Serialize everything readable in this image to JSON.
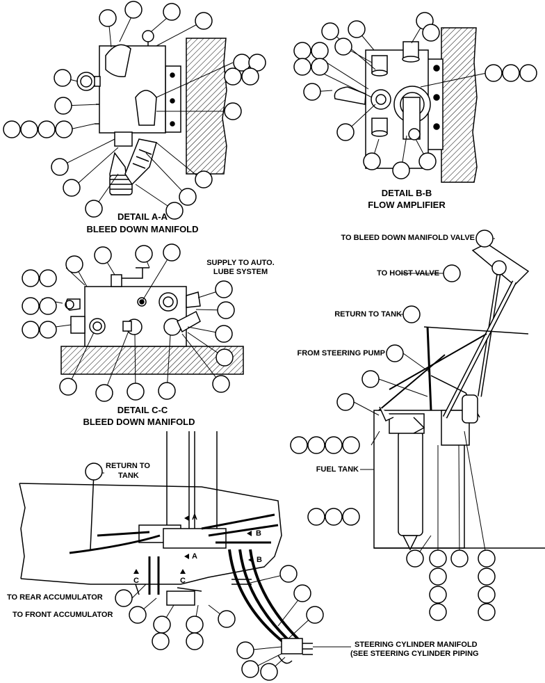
{
  "details": {
    "aa_title": "DETAIL A-A",
    "aa_sub": "BLEED DOWN MANIFOLD",
    "bb_title": "DETAIL B-B",
    "bb_sub": "FLOW AMPLIFIER",
    "cc_title": "DETAIL C-C",
    "cc_sub": "BLEED DOWN MANIFOLD"
  },
  "callouts": {
    "supply_auto_lube_1": "SUPPLY TO AUTO.",
    "supply_auto_lube_2": "LUBE SYSTEM",
    "to_bleed_down_manifold_valve": "TO BLEED DOWN MANIFOLD VALVE",
    "to_hoist_valve": "TO HOIST VALVE",
    "return_to_tank": "RETURN TO TANK",
    "from_steering_pump": "FROM STEERING PUMP",
    "fuel_tank": "FUEL TANK",
    "return_to_1": "RETURN TO",
    "return_to_2": "TANK",
    "to_rear_accumulator": "TO REAR ACCUMULATOR",
    "to_front_accumulator": "TO FRONT ACCUMULATOR",
    "steering_cylinder_manifold_1": "STEERING CYLINDER MANIFOLD",
    "steering_cylinder_manifold_2": "(SEE STEERING CYLINDER PIPING"
  },
  "section_marks": {
    "a": "A",
    "b": "B",
    "c": "C"
  }
}
